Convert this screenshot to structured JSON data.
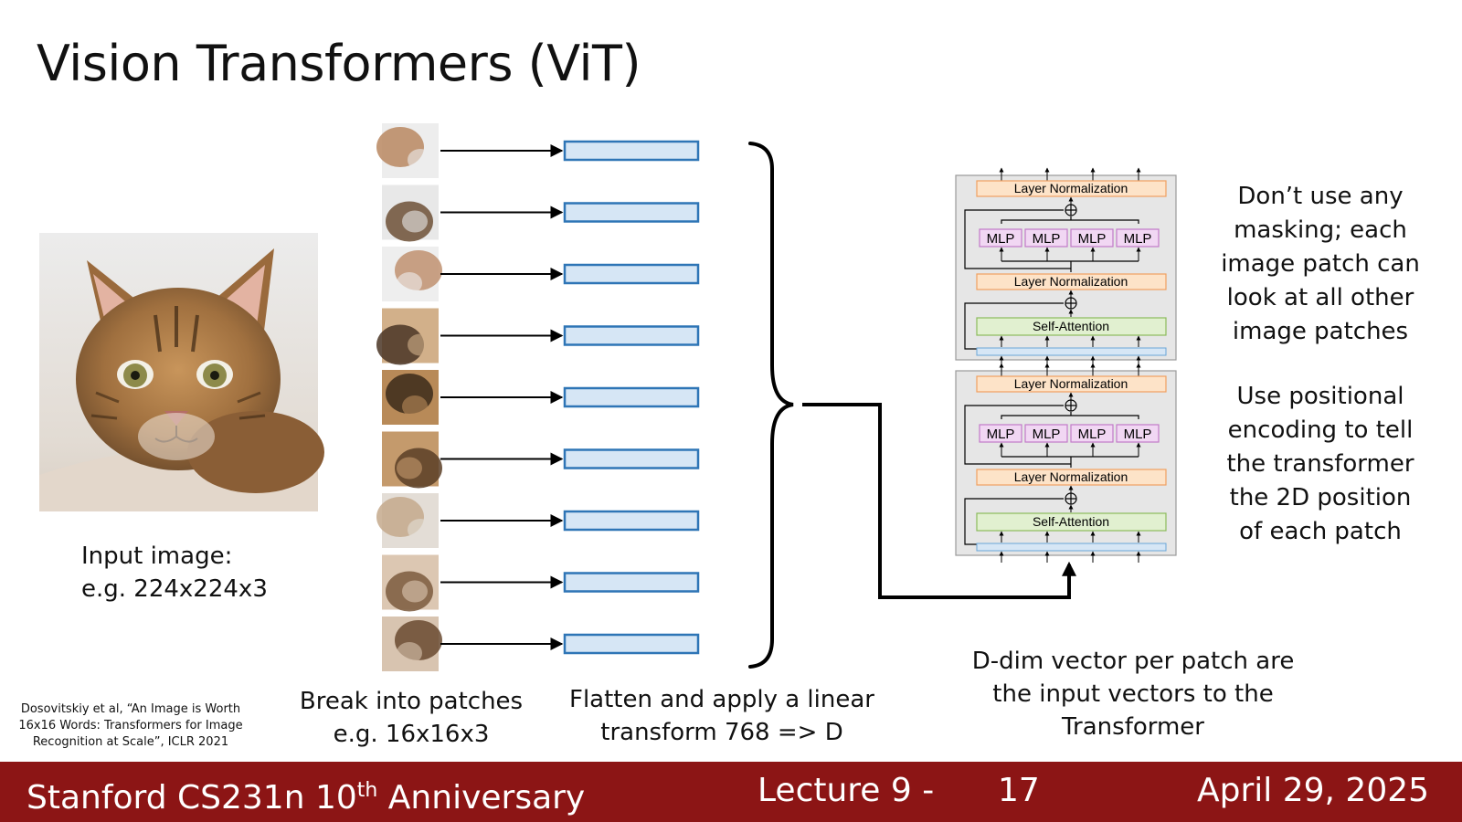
{
  "slide": {
    "title": "Vision Transformers (ViT)",
    "input_caption_1": "Input image:",
    "input_caption_2": "e.g. 224x224x3",
    "patches_caption_1": "Break into patches",
    "patches_caption_2": "e.g. 16x16x3",
    "flatten_caption_1": "Flatten and apply a linear",
    "flatten_caption_2": "transform 768 => D",
    "vector_caption_1": "D-dim vector per patch are",
    "vector_caption_2": "the input vectors to the",
    "vector_caption_3": "Transformer",
    "note1": [
      "Don’t use any",
      "masking; each",
      "image patch can",
      "look at all other",
      "image patches"
    ],
    "note2": [
      "Use positional",
      "encoding to tell",
      "the transformer",
      "the 2D position",
      "of each patch"
    ],
    "citation": "Dosovitskiy et al, “An Image is Worth 16x16 Words: Transformers for Image Recognition at Scale”, ICLR 2021"
  },
  "transformer_block": {
    "layer_norm_label": "Layer Normalization",
    "mlp_label": "MLP",
    "self_attention_label": "Self-Attention"
  },
  "patches": {
    "count": 9
  },
  "colors": {
    "footer_bg": "#8c1515",
    "patch_vector_fill": "#d6e6f5",
    "patch_vector_stroke": "#2e75b6",
    "layer_norm_fill": "#fde3c8",
    "mlp_fill": "#f1d7f3",
    "self_attention_fill": "#e1f0d0",
    "block_bg": "#e6e6e6"
  },
  "footer": {
    "course": "Stanford CS231n 10",
    "course_sup": "th",
    "course_rest": " Anniversary",
    "lecture": "Lecture 9 -",
    "page": "17",
    "date": "April 29, 2025"
  }
}
